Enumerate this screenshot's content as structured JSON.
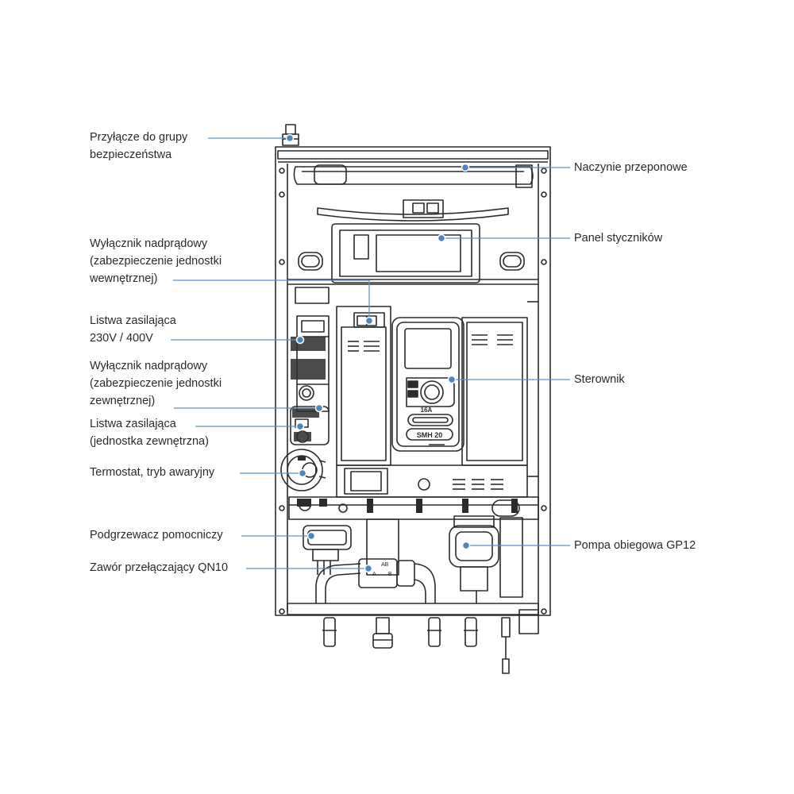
{
  "colors": {
    "leader": "#5b8fc0",
    "dot": "#4d86bd",
    "outline": "#2b2b2b"
  },
  "labels": {
    "safety_group": {
      "line1": "Przyłącze do grupy",
      "line2": "bezpieczeństwa"
    },
    "expansion_vessel": "Naczynie przeponowe",
    "contactor_panel": "Panel styczników",
    "breaker_internal": {
      "line1": "Wyłącznik nadprądowy",
      "line2": "(zabezpieczenie jednostki",
      "line3": "wewnętrznej)"
    },
    "power_strip": {
      "line1": "Listwa zasilająca",
      "line2": "230V / 400V"
    },
    "breaker_external": {
      "line1": "Wyłącznik nadprądowy",
      "line2": "(zabezpieczenie jednostki",
      "line3": "zewnętrznej)"
    },
    "power_strip_external": {
      "line1": "Listwa zasilająca",
      "line2": "(jednostka zewnętrzna)"
    },
    "controller": "Sterownik",
    "thermostat": "Termostat, tryb awaryjny",
    "aux_heater": "Podgrzewacz pomocniczy",
    "circulation_pump": "Pompa obiegowa GP12",
    "switching_valve": "Zawór przełączający QN10"
  },
  "component_text": {
    "current_rating": "16A",
    "controller_brand": "SMH 20",
    "valve_port_ab": "AB",
    "valve_port_a": "A",
    "valve_port_b": "B"
  }
}
